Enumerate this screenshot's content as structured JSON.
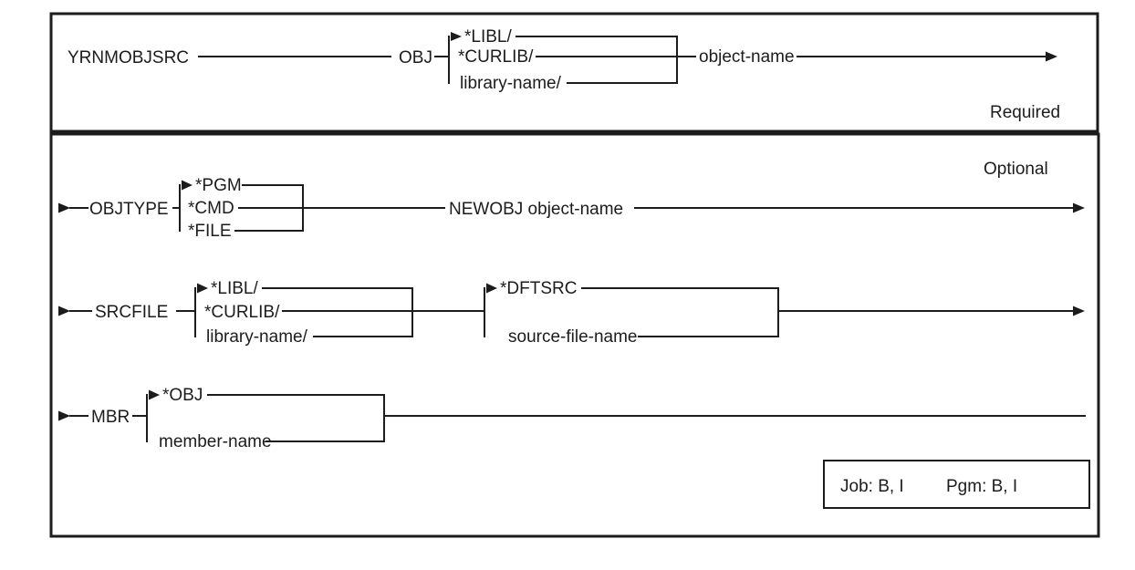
{
  "page": {
    "background": "#ffffff",
    "line_color": "#1c1c1c"
  },
  "diagram": {
    "command": "YRNMOBJSRC",
    "required_label": "Required",
    "optional_label": "Optional",
    "obj": {
      "keyword": "OBJ",
      "choices": [
        "*LIBL/",
        "*CURLIB/",
        "library-name/"
      ],
      "operand": "object-name"
    },
    "objtype": {
      "keyword": "OBJTYPE",
      "choices": [
        "*PGM",
        "*CMD",
        "*FILE"
      ],
      "newobj_label": "NEWOBJ object-name"
    },
    "srcfile": {
      "keyword": "SRCFILE",
      "library_choices": [
        "*LIBL/",
        "*CURLIB/",
        "library-name/"
      ],
      "file_choices": [
        "*DFTSRC",
        "source-file-name"
      ]
    },
    "mbr": {
      "keyword": "MBR",
      "choices": [
        "*OBJ",
        "member-name"
      ]
    },
    "environment": {
      "job": "Job: B, I",
      "pgm": "Pgm: B, I"
    }
  }
}
